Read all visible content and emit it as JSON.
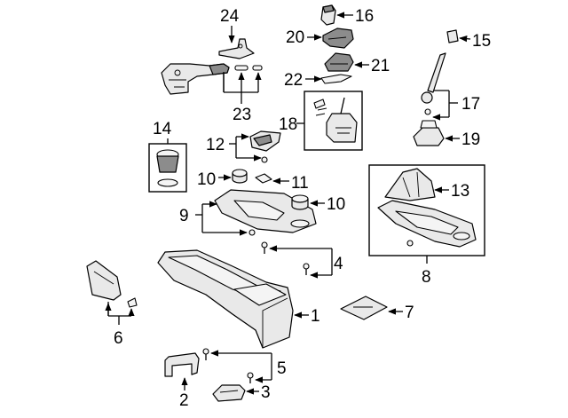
{
  "callouts": {
    "c1": "1",
    "c2": "2",
    "c3": "3",
    "c4": "4",
    "c5": "5",
    "c6": "6",
    "c7": "7",
    "c8": "8",
    "c9": "9",
    "c10a": "10",
    "c10b": "10",
    "c11": "11",
    "c12": "12",
    "c13": "13",
    "c14": "14",
    "c15": "15",
    "c16": "16",
    "c17": "17",
    "c18": "18",
    "c19": "19",
    "c20": "20",
    "c21": "21",
    "c22": "22",
    "c23": "23",
    "c24": "24"
  }
}
